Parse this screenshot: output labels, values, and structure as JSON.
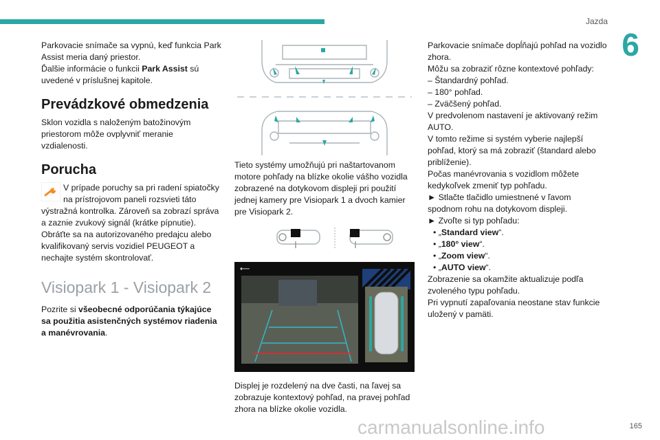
{
  "header": {
    "title": "Jazda",
    "chapter": "6",
    "page_number": "165"
  },
  "col1": {
    "intro_1": "Parkovacie snímače sa vypnú, keď funkcia Park Assist meria daný priestor.",
    "intro_2_pre": "Ďalšie informácie o funkcii ",
    "intro_2_bold": "Park Assist",
    "intro_2_post": " sú uvedené v príslušnej kapitole.",
    "heading_limits": "Prevádzkové obmedzenia",
    "limits_text": "Sklon vozidla s naloženým batožinovým priestorom môže ovplyvniť meranie vzdialenosti.",
    "heading_fault": "Porucha",
    "fault_text": "V prípade poruchy sa pri radení spiatočky na prístrojovom paneli rozsvieti táto výstražná kontrolka. Zároveň sa zobrazí správa a zaznie zvukový signál (krátke pípnutie).",
    "fault_text_2": "Obráťte sa na autorizovaného predajcu alebo kvalifikovaný servis vozidiel PEUGEOT a nechajte systém skontrolovať.",
    "heading_visiopark": "Visiopark 1 - Visiopark 2",
    "see_pre": "Pozrite si ",
    "see_bold": "všeobecné odporúčania týkajúce sa použitia asistenčných systémov riadenia a manévrovania",
    "see_post": "."
  },
  "col2": {
    "cameras_text": "Tieto systémy umožňujú pri naštartovanom motore pohľady na blízke okolie vášho vozidla zobrazené na dotykovom displeji pri použití jednej kamery pre Visiopark 1 a dvoch kamier pre Visiopark 2.",
    "display_text": "Displej je rozdelený na dve časti, na ľavej sa zobrazuje kontextový pohľad, na pravej pohľad zhora na blízke okolie vozidla."
  },
  "col3": {
    "p1": "Parkovacie snímače dopĺňajú pohľad na vozidlo zhora.",
    "p2": "Môžu sa zobraziť rôzne kontextové pohľady:",
    "dash_items": [
      "– Štandardný pohľad.",
      "– 180° pohľad.",
      "– Zväčšený pohľad."
    ],
    "p3": "V predvolenom nastavení je aktivovaný režim AUTO.",
    "p4": "V tomto režime si systém vyberie najlepší pohľad, ktorý sa má zobraziť (štandard alebo priblíženie).",
    "p5": "Počas manévrovania s vozidlom môžete kedykoľvek zmeniť typ pohľadu.",
    "p6": "► Stlačte tlačidlo umiestnené v ľavom spodnom rohu na dotykovom displeji.",
    "p7": "► Zvoľte si typ pohľadu:",
    "views": [
      {
        "pre": "• „",
        "bold": "Standard view",
        "post": "“."
      },
      {
        "pre": "• „",
        "bold": "180° view",
        "post": "“."
      },
      {
        "pre": "• „",
        "bold": "Zoom view",
        "post": "“."
      },
      {
        "pre": "• „",
        "bold": "AUTO view",
        "post": "“."
      }
    ],
    "p8": "Zobrazenie sa okamžite aktualizuje podľa zvoleného typu pohľadu.",
    "p9": "Pri vypnutí zapaľovania neostane stav funkcie uložený v pamäti."
  },
  "watermark": "carmanualsonline.info",
  "colors": {
    "accent": "#2ba7a4",
    "warning_orange": "#f28c28"
  }
}
